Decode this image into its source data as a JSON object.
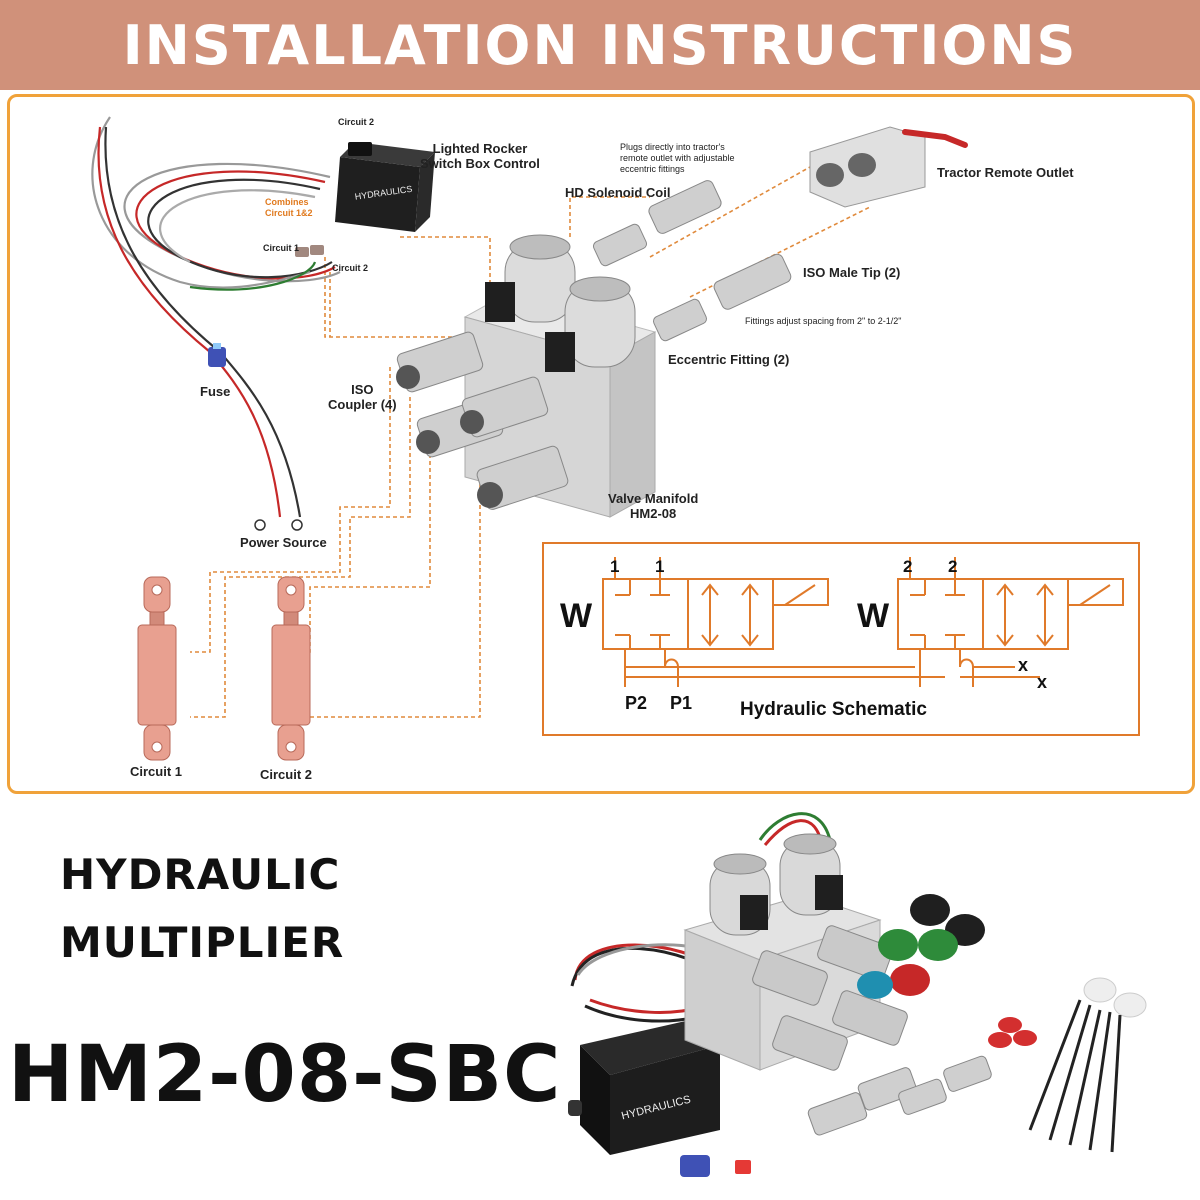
{
  "banner": {
    "title": "INSTALLATION INSTRUCTIONS"
  },
  "diagram": {
    "labels": {
      "circuit2_top": "Circuit 2",
      "rocker_switch": "Lighted Rocker\nSwitch Box Control",
      "combines": "Combines\nCircuit 1&2",
      "circuit1_small": "Circuit 1",
      "circuit2_small": "Circuit 2",
      "fuse": "Fuse",
      "power_source": "Power Source",
      "hd_solenoid": "HD Solenoid Coil",
      "plugs_note": "Plugs directly into tractor's\nremote outlet with adjustable\neccentric fittings",
      "tractor_outlet": "Tractor Remote Outlet",
      "iso_male_tip": "ISO Male Tip (2)",
      "fittings_note": "Fittings adjust spacing from 2\" to 2-1/2\"",
      "eccentric_fitting": "Eccentric Fitting (2)",
      "iso_coupler": "ISO\nCoupler (4)",
      "valve_manifold": "Valve Manifold\nHM2-08",
      "circuit1_bottom": "Circuit 1",
      "circuit2_bottom": "Circuit 2",
      "switch_text": "HYDRAULICS"
    },
    "schematic": {
      "title": "Hydraulic Schematic",
      "w_left": "W",
      "w_right": "W",
      "port_1a": "1",
      "port_1b": "1",
      "port_2a": "2",
      "port_2b": "2",
      "p2": "P2",
      "p1": "P1",
      "x1": "x",
      "x2": "x"
    }
  },
  "product": {
    "line1": "HYDRAULIC",
    "line2": "MULTIPLIER",
    "model": "HM2-08-SBC",
    "switch_text": "HYDRAULICS"
  },
  "colors": {
    "banner": "#d0917a",
    "panel_border": "#f0a23a",
    "dashed_line": "#e08a3c",
    "schematic_line": "#e07a2a",
    "cylinder": "#e8a090"
  }
}
